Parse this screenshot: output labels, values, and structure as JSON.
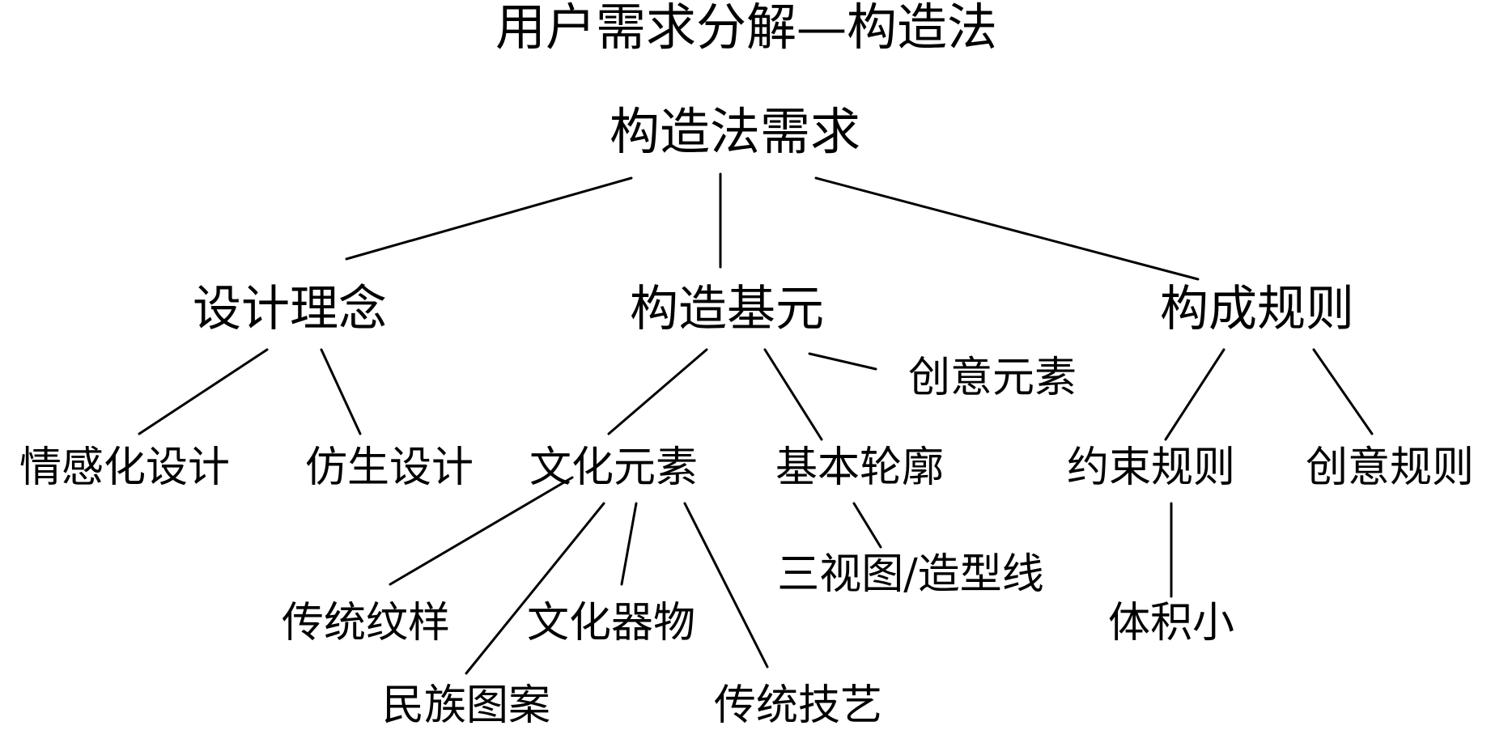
{
  "title": "用户需求分解—构造法",
  "root": "构造法需求",
  "level1": {
    "design_concept": "设计理念",
    "construct_elements": "构造基元",
    "composition_rules": "构成规则"
  },
  "level2": {
    "emotional_design": "情感化设计",
    "bionic_design": "仿生设计",
    "cultural_elements": "文化元素",
    "basic_outline": "基本轮廓",
    "creative_elements": "创意元素",
    "constraint_rules": "约束规则",
    "creative_rules": "创意规则"
  },
  "level3": {
    "traditional_patterns": "传统纹样",
    "cultural_artifacts": "文化器物",
    "ethnic_designs": "民族图案",
    "traditional_crafts": "传统技艺",
    "three_views": "三视图/造型线",
    "small_volume": "体积小"
  }
}
